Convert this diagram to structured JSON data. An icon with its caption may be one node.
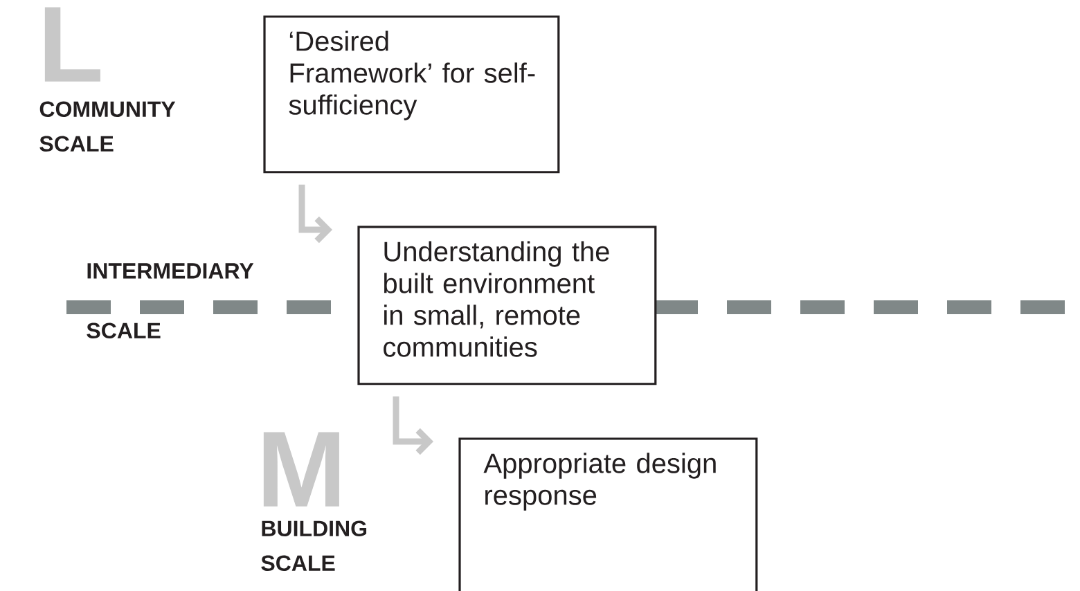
{
  "diagram": {
    "nodes": [
      {
        "text": [
          "‘Desired Framework’ for self-sufficiency"
        ]
      },
      {
        "text": [
          "Understanding the built environment in small, remote communities"
        ]
      },
      {
        "text": [
          "Appropriate design response"
        ]
      }
    ],
    "edges": [
      {
        "from": 0,
        "to": 1,
        "arrow": "to"
      },
      {
        "from": 1,
        "to": 2,
        "arrow": "to"
      }
    ],
    "labels": [
      "L",
      "COMMUNITY SCALE",
      "INTERMEDIARY",
      "SCALE",
      "M",
      "BUILDING SCALE"
    ]
  }
}
